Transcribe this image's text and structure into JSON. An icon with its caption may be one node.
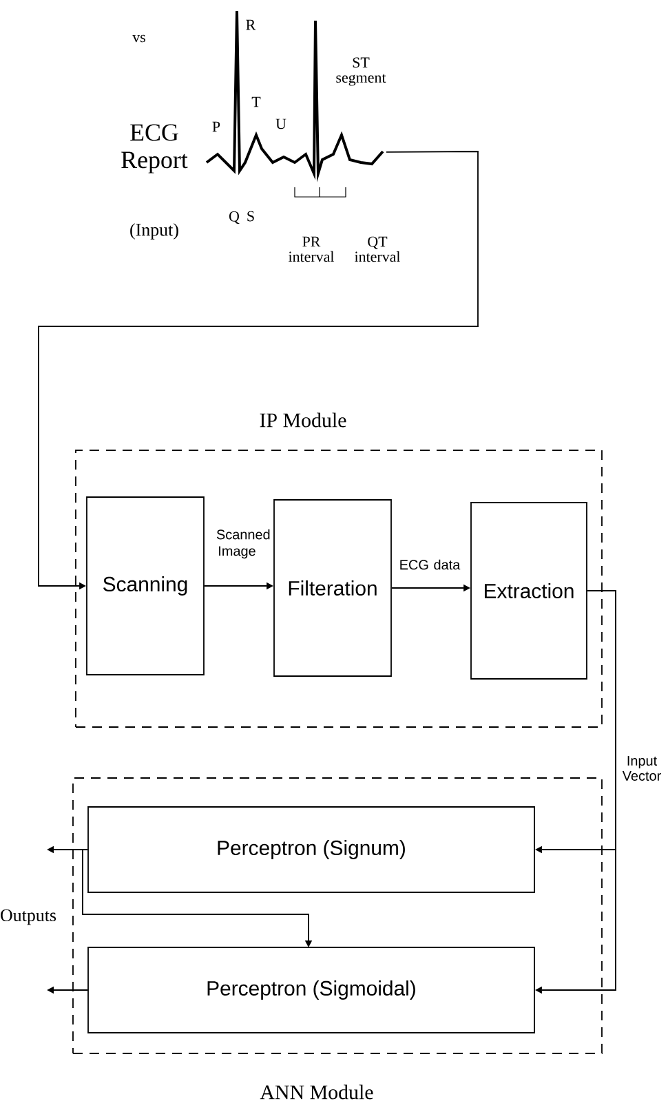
{
  "diagram": {
    "nodes": [
      {
        "text": [],
        "shape": "picture",
        "beside": [
          "ECG Report",
          "(Input)"
        ]
      },
      {
        "text": [
          "IP Module"
        ]
      },
      {
        "text": [
          "Scanning"
        ],
        "in": 1
      },
      {
        "text": [
          "Filteration"
        ],
        "in": 1
      },
      {
        "text": [
          "Extraction"
        ],
        "in": 1
      },
      {
        "text": [
          "ANN Module"
        ]
      },
      {
        "text": [
          "Perceptron (Signum)"
        ],
        "in": 5
      },
      {
        "text": [
          "Perceptron (Sigmoidal)"
        ],
        "in": 5
      }
    ],
    "edges": [
      {
        "from": 0,
        "to": 2,
        "arrow": "to"
      },
      {
        "from": 2,
        "to": 3,
        "arrow": "to",
        "label": "Scanned Image"
      },
      {
        "from": 3,
        "to": 4,
        "arrow": "to",
        "label": "ECG data"
      },
      {
        "from": 4,
        "to": 6,
        "arrow": "to"
      },
      {
        "from": 4,
        "to": 7,
        "arrow": "to"
      },
      {
        "from": 6,
        "to": 7,
        "arrow": "to"
      },
      {
        "from": 6,
        "to": null,
        "arrow": "to"
      },
      {
        "from": 7,
        "to": null,
        "arrow": "to"
      }
    ],
    "labels": [
      "vs",
      "R",
      "ST segment",
      "P",
      "T",
      "U",
      "Q",
      "S",
      "PR interval",
      "QT interval",
      "Input Vector",
      "Outputs"
    ]
  }
}
